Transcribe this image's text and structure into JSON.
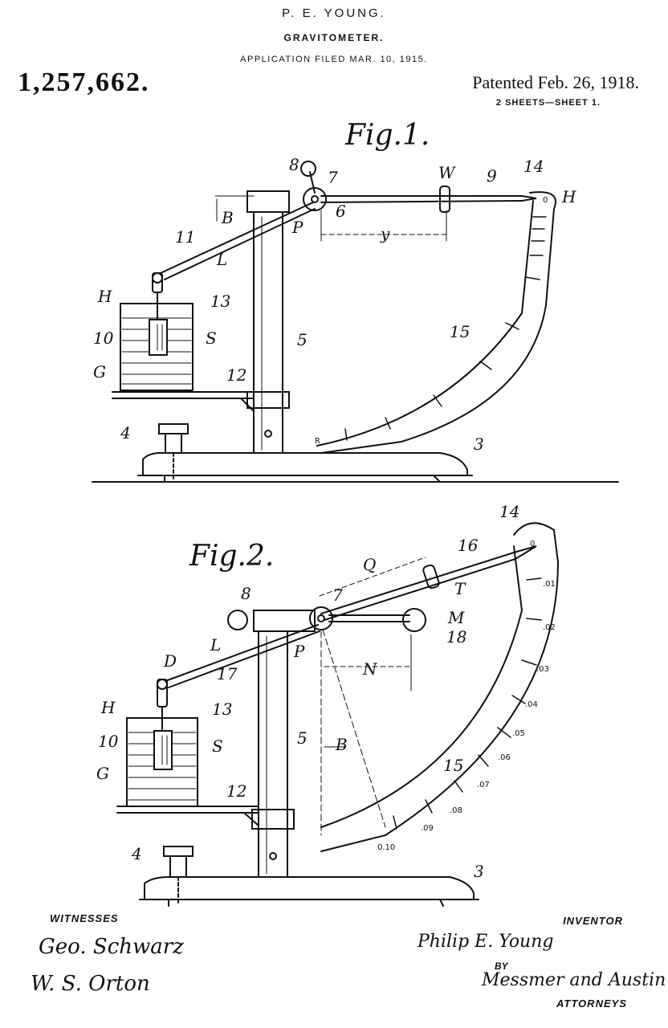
{
  "header": {
    "inventor_name": "P. E. YOUNG.",
    "title": "GRAVITOMETER.",
    "application": "APPLICATION FILED MAR. 10, 1915.",
    "patent_number": "1,257,662.",
    "patented": "Patented Feb. 26, 1918.",
    "sheets": "2 SHEETS—SHEET 1."
  },
  "figures": {
    "fig1": {
      "label": "Fig.1.",
      "refs": {
        "r8": "8",
        "r7": "7",
        "W": "W",
        "r9": "9",
        "r14": "14",
        "H_right": "H",
        "zero": "0",
        "B": "B",
        "r6": "6",
        "P": "P",
        "y": "y",
        "r11": "11",
        "L": "L",
        "H_left": "H",
        "r13": "13",
        "r10": "10",
        "S": "S",
        "r5": "5",
        "r15": "15",
        "G": "G",
        "r12": "12",
        "r4": "4",
        "R": "R",
        "r3": "3"
      }
    },
    "fig2": {
      "label": "Fig.2.",
      "refs": {
        "r14": "14",
        "r16": "16",
        "zero": "0",
        "Q": "Q",
        "T": "T",
        "r8": "8",
        "r7": "7",
        "M": "M",
        "r18": "18",
        "L": "L",
        "D": "D",
        "r17": "17",
        "P": "P",
        "N": "N",
        "H_left": "H",
        "r13": "13",
        "r10": "10",
        "S": "S",
        "r5": "5",
        "B": "B",
        "G": "G",
        "r15": "15",
        "r12": "12",
        "r4": "4",
        "r3": "3"
      },
      "scale_labels": [
        ".01",
        ".02",
        ".03",
        ".04",
        ".05",
        ".06",
        ".07",
        ".08",
        ".09",
        "0.10"
      ]
    }
  },
  "footer": {
    "witnesses_label": "WITNESSES",
    "inventor_label": "INVENTOR",
    "by_label": "BY",
    "attorneys_label": "ATTORNEYS",
    "witness_sig_1": "Geo. Schwarz",
    "witness_sig_2": "W. S. Orton",
    "inventor_sig": "Philip E. Young",
    "attorney_sig": "Messmer and Austin"
  }
}
